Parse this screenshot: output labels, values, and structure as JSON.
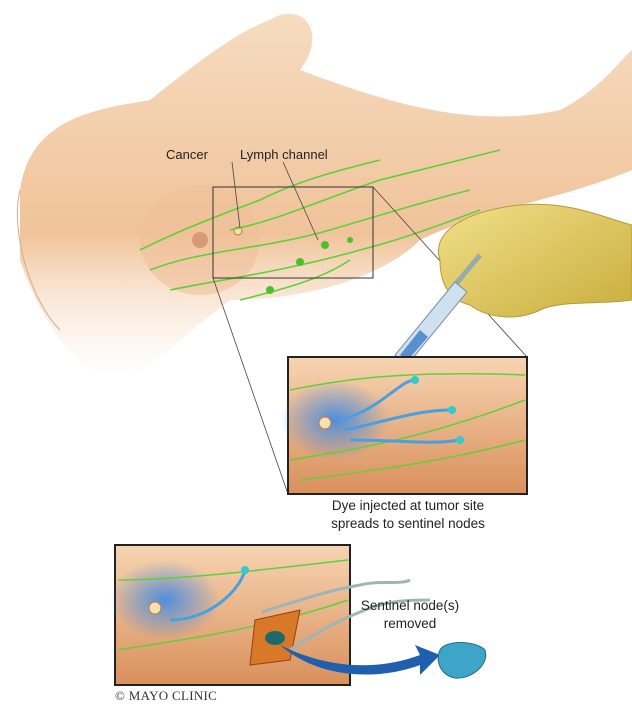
{
  "labels": {
    "cancer": "Cancer",
    "lymph_channel": "Lymph channel"
  },
  "captions": {
    "dye_line1": "Dye injected at tumor site",
    "dye_line2": "spreads to sentinel nodes",
    "removed_line1": "Sentinel node(s)",
    "removed_line2": "removed"
  },
  "copyright": "© MAYO CLINIC",
  "colors": {
    "skin": "#f2c9a0",
    "lymph": "#5fd03a",
    "dye": "#4a8fe0",
    "glove": "#e8d56a"
  }
}
